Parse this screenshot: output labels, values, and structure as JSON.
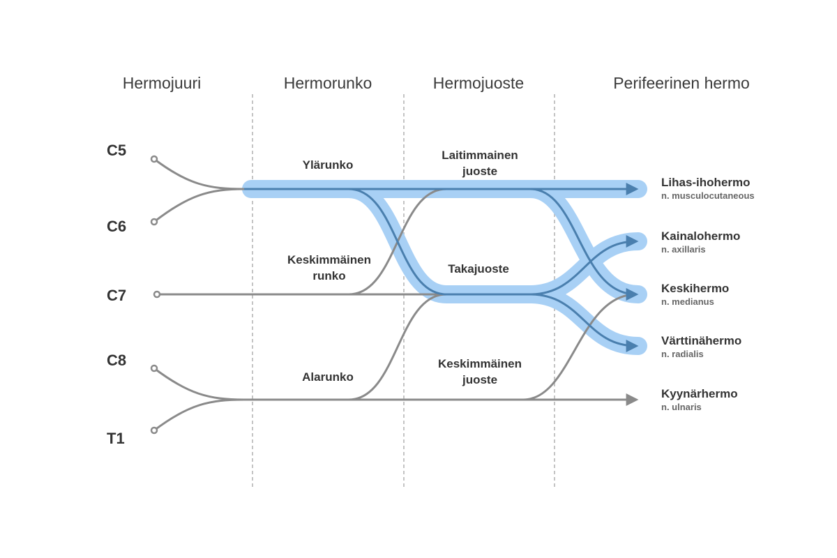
{
  "diagram": {
    "title": "Brachial plexus",
    "colors": {
      "highlight": "#a8d0f5",
      "highlight_line": "#4a7fae",
      "default_line": "#8a8a8a",
      "divider": "#b0b0b0",
      "text": "#333333"
    },
    "columns": [
      {
        "label": "Hermojuuri"
      },
      {
        "label": "Hermorunko"
      },
      {
        "label": "Hermojuoste"
      },
      {
        "label": "Perifeerinen hermo"
      }
    ],
    "roots": [
      {
        "id": "C5",
        "label": "C5"
      },
      {
        "id": "C6",
        "label": "C6"
      },
      {
        "id": "C7",
        "label": "C7"
      },
      {
        "id": "C8",
        "label": "C8"
      },
      {
        "id": "T1",
        "label": "T1"
      }
    ],
    "trunks": [
      {
        "id": "upper",
        "label": "Ylärunko",
        "from": [
          "C5",
          "C6"
        ],
        "highlighted": true
      },
      {
        "id": "middle",
        "label_line1": "Keskimmäinen",
        "label_line2": "runko",
        "from": [
          "C7"
        ],
        "highlighted": false
      },
      {
        "id": "lower",
        "label": "Alarunko",
        "from": [
          "C8",
          "T1"
        ],
        "highlighted": false
      }
    ],
    "cords": [
      {
        "id": "lateral",
        "label_line1": "Laitimmainen",
        "label_line2": "juoste",
        "highlighted": true
      },
      {
        "id": "posterior",
        "label": "Takajuoste",
        "highlighted": true
      },
      {
        "id": "medial",
        "label_line1": "Keskimmäinen",
        "label_line2": "juoste",
        "highlighted": false
      }
    ],
    "nerves": [
      {
        "id": "musculocutaneous",
        "name": "Lihas-ihohermo",
        "latin": "n. musculocutaneous",
        "highlighted": true
      },
      {
        "id": "axillary",
        "name": "Kainalohermo",
        "latin": "n. axillaris",
        "highlighted": true
      },
      {
        "id": "median",
        "name": "Keskihermo",
        "latin": "n. medianus",
        "highlighted": true
      },
      {
        "id": "radial",
        "name": "Värttinähermo",
        "latin": "n. radialis",
        "highlighted": true
      },
      {
        "id": "ulnar",
        "name": "Kyynärhermo",
        "latin": "n. ulnaris",
        "highlighted": false
      }
    ]
  }
}
